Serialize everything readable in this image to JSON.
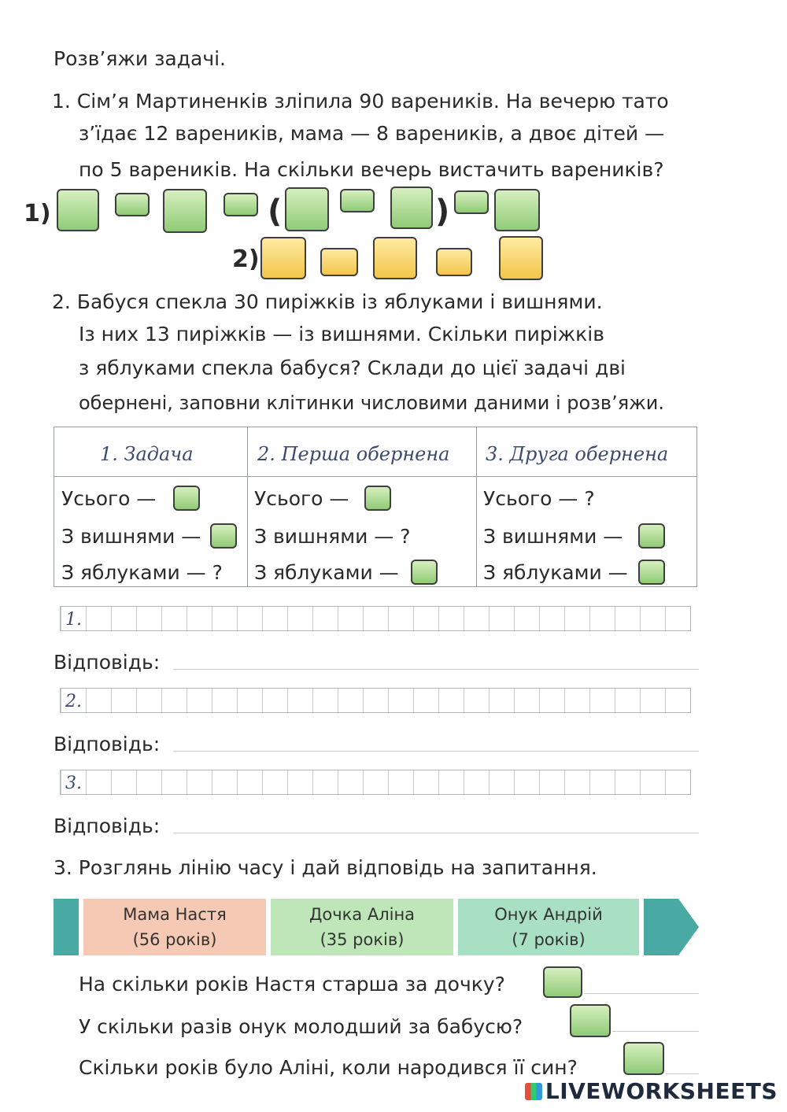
{
  "heading": "Розв’яжи задачі.",
  "task1": {
    "lines": [
      "1.  Сім’я Мартиненків зліпила 90 вареників. На вечерю тато",
      "з’їдає 12 вареників, мама — 8 вареників, а двоє дітей —",
      "по 5 вареників. На скільки вечерь вистачить вареників?"
    ],
    "step1_label": "1)",
    "step2_label": "2)",
    "paren_open": "(",
    "paren_close": ")"
  },
  "task2": {
    "lines": [
      "2. Бабуся спекла 30 пиріжків із яблуками і вишнями.",
      "Із них 13 пиріжків  — із вишнями. Скільки пиріжків",
      "з яблуками спекла бабуся? Склади до цієї задачі дві",
      "обернені, заповни клітинки числовими даними і розв’яжи."
    ],
    "table": {
      "headers": [
        "1. Задача",
        "2. Перша обернена",
        "3. Друга обернена"
      ],
      "col1": [
        "Усього —",
        "З вишнями —",
        "З яблуками — ?"
      ],
      "col2": [
        "Усього —",
        "З вишнями — ?",
        "З яблуками —"
      ],
      "col3": [
        "Усього — ?",
        "З вишнями —",
        "З яблуками —"
      ]
    },
    "grid_numbers": [
      "1.",
      "2.",
      "3."
    ],
    "answer_label": "Відповідь:"
  },
  "task3": {
    "title": "3. Розглянь лінію часу і дай відповідь на запитання.",
    "timeline": [
      {
        "name": "Мама Настя",
        "age": "(56 років)",
        "color": "#f6c9b4"
      },
      {
        "name": "Дочка Аліна",
        "age": "(35 років)",
        "color": "#bfe6b8"
      },
      {
        "name": "Онук Андрій",
        "age": "(7 років)",
        "color": "#a9dfc2"
      }
    ],
    "questions": [
      "На скільки років Настя старша за дочку?",
      "У скільки разів онук молодший за бабусю?",
      "Скільки років було Аліні, коли народився її син?"
    ]
  },
  "watermark": "LIVEWORKSHEETS",
  "colors": {
    "green_box": "#9fd486",
    "yellow_box": "#f3cb52",
    "teal": "#49a9a3"
  }
}
